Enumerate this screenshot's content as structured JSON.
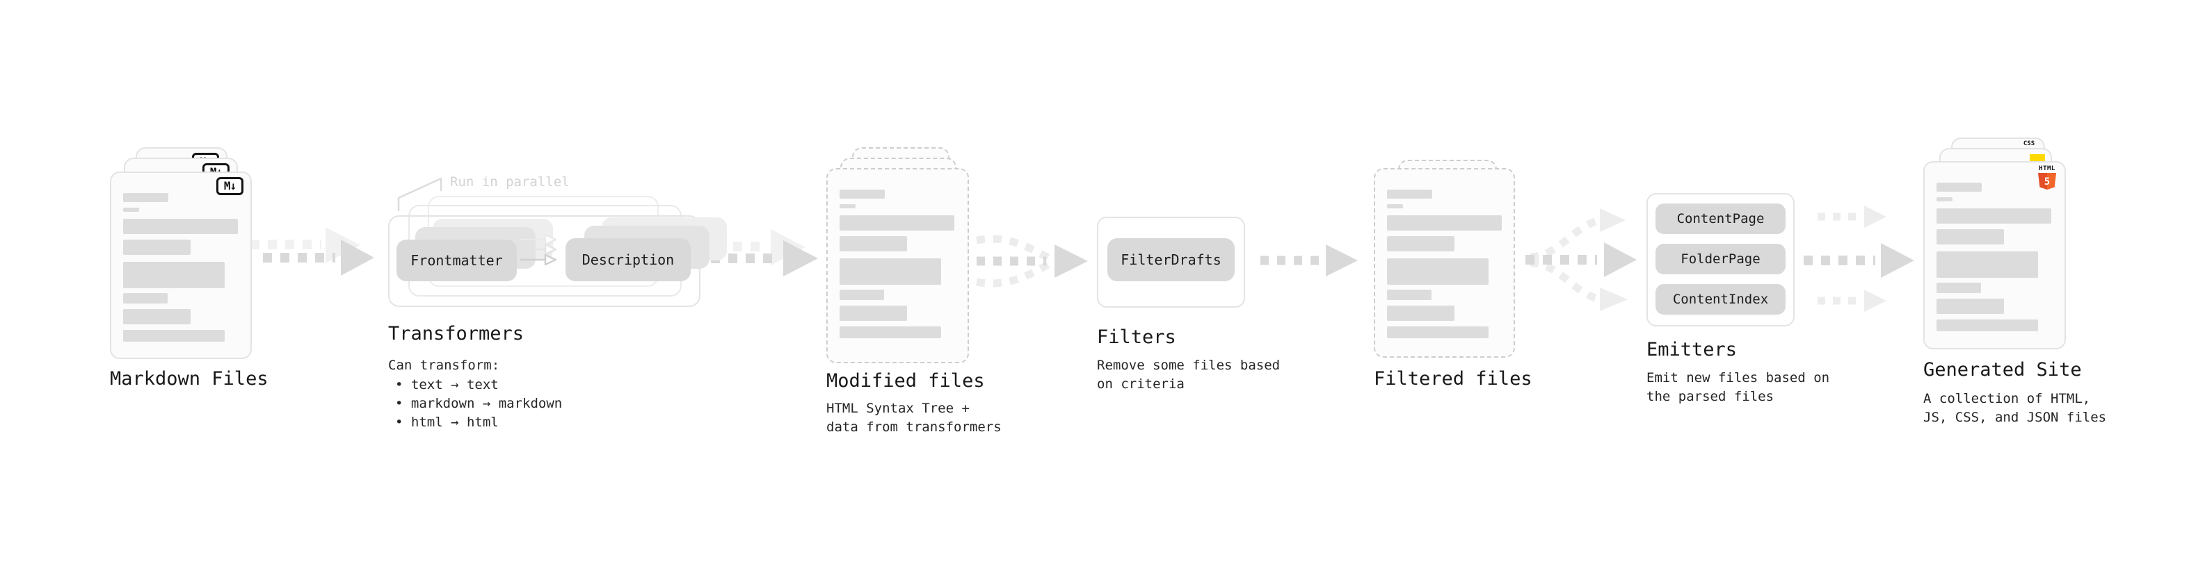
{
  "stages": {
    "markdown": {
      "label": "Markdown Files",
      "badge": "M↓"
    },
    "transformers": {
      "label": "Transformers",
      "callout": "Run in parallel",
      "pill_frontmatter": "Frontmatter",
      "pill_description": "Description",
      "desc_title": "Can transform:",
      "bullet_1": "• text → text",
      "bullet_2": "• markdown → markdown",
      "bullet_3": "• html → html"
    },
    "modified": {
      "label": "Modified files",
      "desc_1": "HTML Syntax Tree +",
      "desc_2": "data from transformers"
    },
    "filters": {
      "label": "Filters",
      "pill": "FilterDrafts",
      "desc_1": "Remove some files based",
      "desc_2": "on criteria"
    },
    "filtered": {
      "label": "Filtered files"
    },
    "emitters": {
      "label": "Emitters",
      "pill_1": "ContentPage",
      "pill_2": "FolderPage",
      "pill_3": "ContentIndex",
      "desc_1": "Emit new files based on",
      "desc_2": "the parsed files"
    },
    "generated": {
      "label": "Generated Site",
      "desc_1": "A collection of HTML,",
      "desc_2": "JS, CSS, and JSON files",
      "badge_html_word": "HTML",
      "badge_html_five": "5",
      "badge_css": "CSS"
    }
  },
  "colors": {
    "arrow_main": "#d9d9d9",
    "arrow_faint": "#f1f1f1",
    "arrow_strand": "#ececec",
    "doc_border": "#e3e3e3",
    "doc_dashed_border": "#cdcdcd",
    "bar_fill": "#dcdcdc",
    "pill_fill": "#d9d9d9",
    "html5_orange": "#e44d26",
    "html5_orange_light": "#f16529",
    "js_yellow": "#ffd900",
    "css_blue": "#2862e9",
    "text_dark": "#191919",
    "text_faint": "#d2d2d2"
  }
}
